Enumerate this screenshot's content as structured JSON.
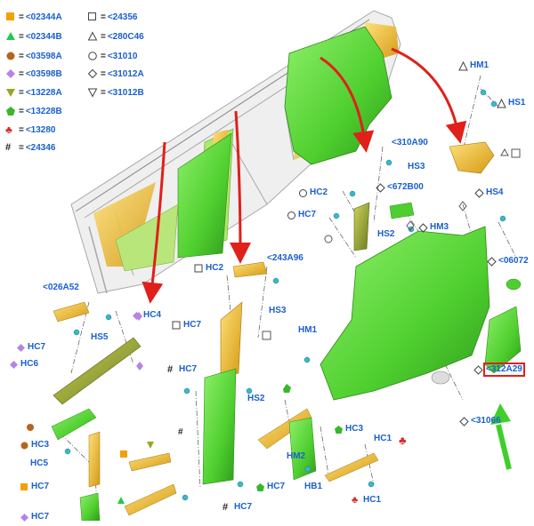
{
  "legend": [
    {
      "symbol": "square-orange",
      "eq": "=",
      "code": "<02344A"
    },
    {
      "symbol": "triangle-green",
      "eq": "=",
      "code": "<02344B"
    },
    {
      "symbol": "circle-brown",
      "eq": "=",
      "code": "<03598A"
    },
    {
      "symbol": "diamond-purple",
      "eq": "=",
      "code": "<03598B"
    },
    {
      "symbol": "triangle-down-olive",
      "eq": "=",
      "code": "<13228A"
    },
    {
      "symbol": "pentagon-green",
      "eq": "=",
      "code": "<13228B"
    },
    {
      "symbol": "club-red",
      "eq": "=",
      "code": "<13280"
    },
    {
      "symbol": "hash",
      "eq": "=",
      "code": "<24346"
    },
    {
      "symbol": "square-open",
      "eq": "=",
      "code": "<24356"
    },
    {
      "symbol": "triangle-open",
      "eq": "=",
      "code": "<280C46"
    },
    {
      "symbol": "circle-open",
      "eq": "=",
      "code": "<31010"
    },
    {
      "symbol": "diamond-open",
      "eq": "=",
      "code": "<31012A"
    },
    {
      "symbol": "triangle-down-open",
      "eq": "=",
      "code": "<31012B"
    }
  ],
  "callouts": {
    "hm1_top": "HM1",
    "hs1": "HS1",
    "c310a90": "<310A90",
    "hs3_top": "HS3",
    "hc2_mid": "HC2",
    "c672b00": "<672B00",
    "hs4": "HS4",
    "hc7_mid": "HC7",
    "hs2_mid": "HS2",
    "hm3": "HM3",
    "c06072": "<06072",
    "hc2_left": "HC2",
    "c243a96": "<243A96",
    "hs3_mid": "HS3",
    "c026a52": "<026A52",
    "hc4": "HC4",
    "hs5": "HS5",
    "hc7_l1": "HC7",
    "hc6": "HC6",
    "hc7_b": "HC7",
    "hm1_mid": "HM1",
    "hc7_c": "HC7",
    "hs2_low": "HS2",
    "c312a29": "<312A29",
    "c31066": "<31066",
    "hc3_left": "HC3",
    "hc5": "HC5",
    "hc7_l2": "HC7",
    "hc7_l3": "HC7",
    "hc3_right": "HC3",
    "hm2": "HM2",
    "hc1": "HC1",
    "hb1": "HB1",
    "hc7_bottom": "HC7",
    "hc7_bottom2": "HC7",
    "hash_a": "#",
    "hash_b": "#"
  },
  "colors": {
    "code_blue": "#1a5fd0",
    "part_green": "#5bd43a",
    "part_yellow": "#e8b21d",
    "arrow_red": "#e0201a",
    "arrow_green": "#3ecf2a",
    "frame_gray": "#cfcfcf"
  }
}
